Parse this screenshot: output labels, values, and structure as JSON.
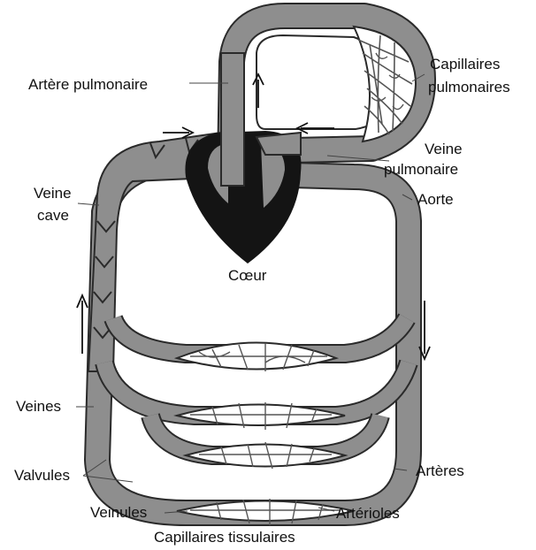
{
  "colors": {
    "vessel": "#8e8e8e",
    "vessel_outline": "#2a2a2a",
    "heart_dark": "#141414",
    "capillary_fill": "#ffffff",
    "background": "#ffffff",
    "text": "#111111"
  },
  "labels": {
    "artere_pulmonaire": "Artère pulmonaire",
    "capillaires_pulmonaires_1": "Capillaires",
    "capillaires_pulmonaires_2": "pulmonaires",
    "veine_pulmonaire_1": "Veine",
    "veine_pulmonaire_2": "pulmonaire",
    "aorte": "Aorte",
    "veine_cave_1": "Veine",
    "veine_cave_2": "cave",
    "coeur": "Cœur",
    "veines": "Veines",
    "valvules": "Valvules",
    "veinules": "Veinules",
    "arteres": "Artères",
    "arterioles": "Artérioles",
    "capillaires_tissulaires": "Capillaires tissulaires"
  },
  "icons": [
    "arrow-up-icon",
    "arrow-right-icon",
    "arrow-left-icon",
    "arrow-down-icon"
  ]
}
